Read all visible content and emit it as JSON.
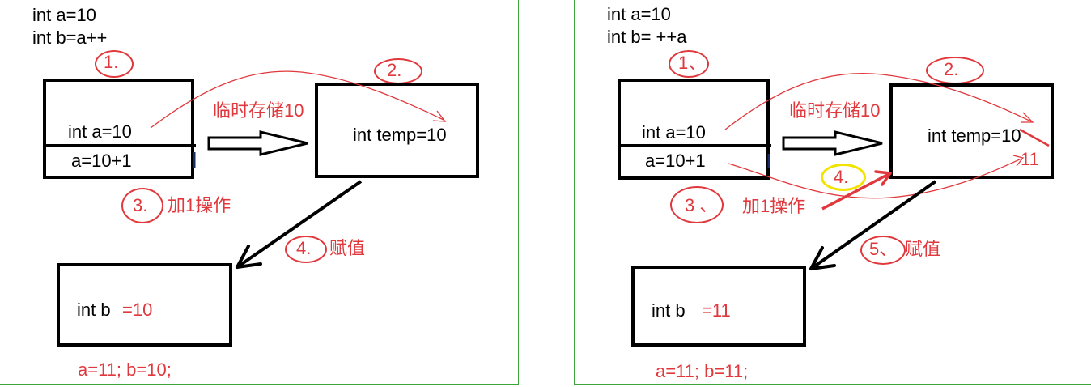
{
  "left": {
    "code_line1": "int a=10",
    "code_line2": "int b=a++",
    "step1": "1.",
    "step2": "2.",
    "step3": "3.",
    "step4": "4.",
    "box_a_value": "int a=10",
    "box_a_increment": "a=10+1",
    "temp_label": "int temp=10",
    "temp_note": "临时存储10",
    "add_op": "加1操作",
    "assign_op": "赋值",
    "result_prefix": "int b ",
    "result_value": "=10",
    "final": "a=11; b=10;"
  },
  "right": {
    "code_line1": "int a=10",
    "code_line2": "int b= ++a",
    "step1": "1、",
    "step2": "2.",
    "step3": "3 、",
    "step4": "4.",
    "step5": "5、",
    "box_a_value": "int a=10",
    "box_a_increment": "a=10+1",
    "temp_label": "int temp=10",
    "temp_new": "11",
    "temp_note": "临时存储10",
    "add_op": "加1操作",
    "assign_op": "赋值",
    "result_prefix": "int b ",
    "result_value": "=11",
    "final": "a=11;   b=11;"
  },
  "colors": {
    "red": "#e0383c",
    "black": "#000000",
    "border_green": "#3aa63a",
    "highlight_yellow": "#f2e300"
  }
}
